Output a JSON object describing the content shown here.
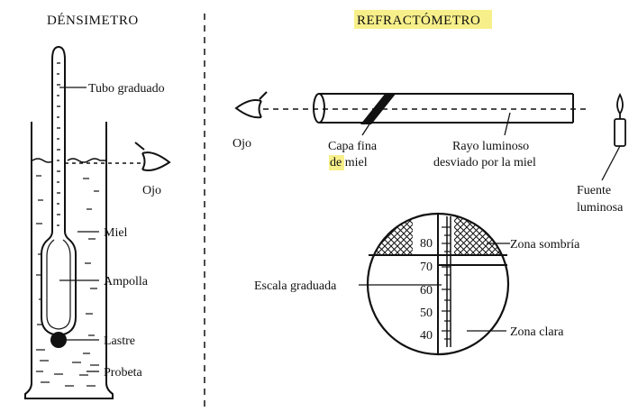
{
  "titles": {
    "densimetro": "DÉNSIMETRO",
    "refractometro": "REFRACTÓMETRO"
  },
  "densimetro": {
    "tubo": "Tubo graduado",
    "ojo": "Ojo",
    "miel": "Miel",
    "ampolla": "Ampolla",
    "lastre": "Lastre",
    "probeta": "Probeta"
  },
  "refractometro": {
    "ojo": "Ojo",
    "capa_line1": "Capa fina",
    "capa_de": "de",
    "capa_miel": " miel",
    "rayo_line1": "Rayo luminoso",
    "rayo_line2": "desviado por la miel",
    "fuente_line1": "Fuente",
    "fuente_line2": "luminosa",
    "escala": "Escala graduada",
    "zona_sombria": "Zona sombría",
    "zona_clara": "Zona clara",
    "scale": [
      "80",
      "70",
      "60",
      "50",
      "40"
    ]
  },
  "colors": {
    "highlight": "#f7f08a",
    "ink": "#111111"
  }
}
